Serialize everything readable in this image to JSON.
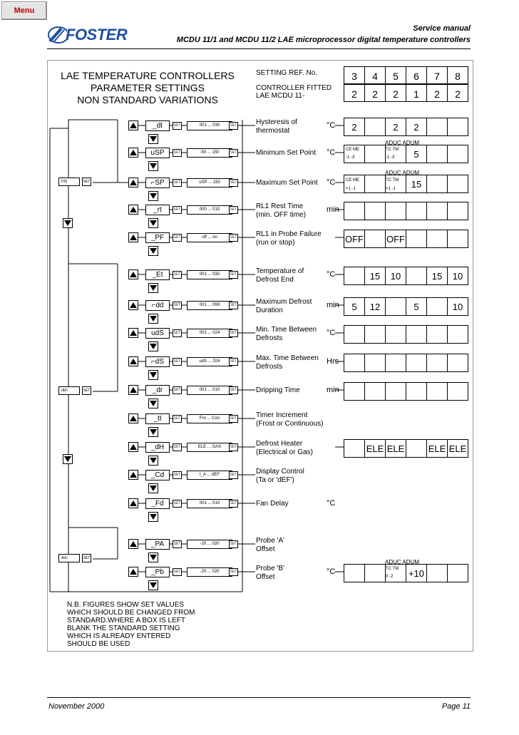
{
  "menu_label": "Menu",
  "header": {
    "manual": "Service manual",
    "subtitle": "MCDU 11/1 and MCDU 11/2 LAE microprocessor digital temperature controllers",
    "logo_text": "FOSTER"
  },
  "title_lines": [
    "LAE TEMPERATURE CONTROLLERS",
    "PARAMETER SETTINGS",
    "NON STANDARD VARIATIONS"
  ],
  "setting_ref_label": "SETTING  REF. No.",
  "controller_label_1": "CONTROLLER FITTED",
  "controller_label_2": "LAE MCDU 11-",
  "ref_numbers": [
    "3",
    "4",
    "5",
    "6",
    "7",
    "8"
  ],
  "controller_numbers": [
    "2",
    "2",
    "2",
    "1",
    "2",
    "2"
  ],
  "set_label": "SET",
  "menus": [
    {
      "name": "IHS",
      "set": "SET"
    },
    {
      "name": "dEF",
      "set": "SET"
    },
    {
      "name": "AdJ",
      "set": "SET"
    }
  ],
  "rows": [
    {
      "code": "_dt",
      "range": "001  ...  030",
      "label1": "Hysteresis of",
      "label2": "thermostat",
      "unit": "°C",
      "values": [
        "2",
        "",
        "2",
        "2",
        "",
        ""
      ]
    },
    {
      "code": "uSP",
      "range": "-50  ...  150",
      "label1": "Minimum Set Point",
      "label2": "",
      "unit": "°C",
      "values": [
        "",
        "",
        "",
        "5",
        "",
        ""
      ]
    },
    {
      "code": "⌐SP",
      "range": "uSP  ...  150",
      "label1": "Maximum Set Point",
      "label2": "",
      "unit": "°C",
      "values": [
        "",
        "",
        "",
        "15",
        "",
        ""
      ]
    },
    {
      "code": "_rt",
      "range": "000  ...  010",
      "label1": "RL1 Rest Time",
      "label2": "(min. OFF time)",
      "unit": "min",
      "values": [
        "",
        "",
        "",
        "",
        "",
        ""
      ]
    },
    {
      "code": "_PF",
      "range": "off  ...  on",
      "label1": "RL1 in Probe Failure",
      "label2": "(run or stop)",
      "unit": "",
      "values": [
        "OFF",
        "",
        "OFF",
        "",
        "",
        ""
      ]
    },
    {
      "code": "_Et",
      "range": "001  ...  030",
      "label1": "Temperature of",
      "label2": "Defrost End",
      "unit": "°C",
      "values": [
        "",
        "15",
        "10",
        "",
        "15",
        "10"
      ]
    },
    {
      "code": "⌐dd",
      "range": "001  ...  099",
      "label1": "Maximum Defrost",
      "label2": "Duration",
      "unit": "min",
      "values": [
        "5",
        "12",
        "",
        "5",
        "",
        "10"
      ]
    },
    {
      "code": "udS",
      "range": "001  ...  024",
      "label1": "Min. Time Between",
      "label2": "Defrosts",
      "unit": "°C",
      "values": null
    },
    {
      "code": "⌐dS",
      "range": "udS  ...  024",
      "label1": "Max. Time Between",
      "label2": "Defrosts",
      "unit": "Hrs",
      "values": null
    },
    {
      "code": "_dr",
      "range": "001  ...  010",
      "label1": "Dripping Time",
      "label2": "",
      "unit": "min",
      "values": null
    },
    {
      "code": "_tI",
      "range": "Fro  ...  Con",
      "label1": "Timer Increment",
      "label2": "(Frost or Continuous)",
      "unit": "",
      "values": null
    },
    {
      "code": "_dH",
      "range": "ELE  ...  GAS",
      "label1": "Defrost Heater",
      "label2": "(Electrical or Gas)",
      "unit": "",
      "values": [
        "",
        "ELE",
        "ELE",
        "",
        "ELE",
        "ELE"
      ]
    },
    {
      "code": "_Cd",
      "range": "t_A  ...  dEF",
      "label1": "Display Control",
      "label2": "(Ta or 'dEF')",
      "unit": "",
      "values": null
    },
    {
      "code": "_Fd",
      "range": "001  ...  010",
      "label1": "Fan Delay",
      "label2": "",
      "unit": "°C",
      "values": null
    },
    {
      "code": "_PA",
      "range": "-20  ...  020",
      "label1": "Probe 'A'",
      "label2": "Offset",
      "unit": "",
      "values": null
    },
    {
      "code": "_Pb",
      "range": "-20  ...  020",
      "label1": "Probe 'B'",
      "label2": "Offset",
      "unit": "°C",
      "values": [
        "",
        "",
        "",
        "+10",
        "",
        ""
      ]
    }
  ],
  "aduc_label": "ADUC ADUM",
  "sub_ce": "CE   ME",
  "sub_tc": "TC   TM",
  "sub_min": [
    "-1    -3",
    "-1    -3"
  ],
  "sub_max": [
    "+1    -1",
    "+1    -1"
  ],
  "sub_pb": "0    -2",
  "nb_lines": [
    "N.B. FIGURES SHOW SET VALUES",
    "WHICH SHOULD BE CHANGED FROM",
    "STANDARD.WHERE A BOX IS LEFT",
    "BLANK THE STANDARD SETTING",
    "WHICH IS ALREADY ENTERED",
    "SHOULD BE USED"
  ],
  "footer": {
    "date": "November 2000",
    "page": "Page 11"
  }
}
